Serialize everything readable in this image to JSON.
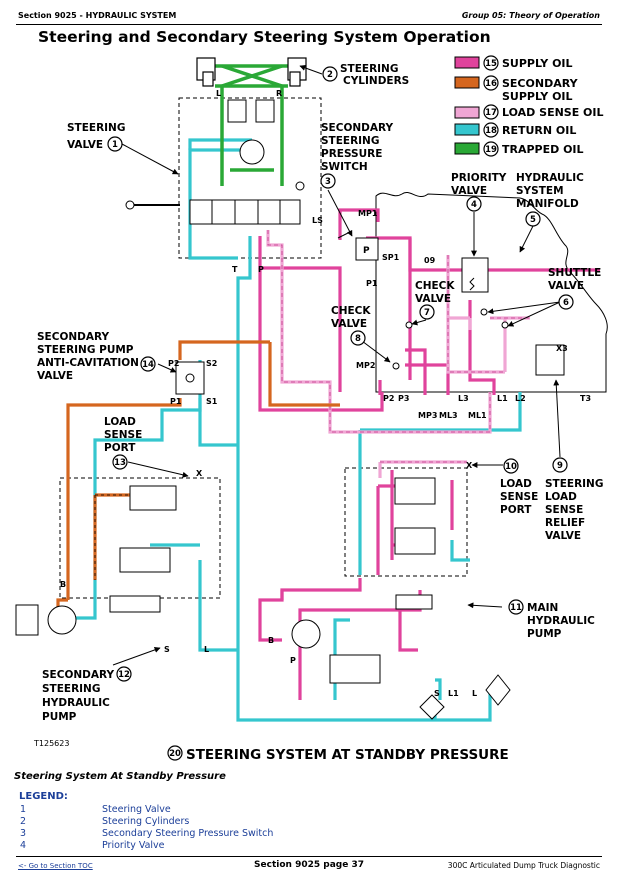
{
  "header": {
    "section": "Section 9025 - HYDRAULIC SYSTEM",
    "group": "Group 05: Theory of Operation"
  },
  "diagram": {
    "title": "Steering and Secondary Steering System Operation",
    "figure_id": "T125623",
    "bottom_callout": {
      "num": "20",
      "text": "STEERING SYSTEM AT STANDBY PRESSURE"
    },
    "key": [
      {
        "num": "15",
        "label": "SUPPLY OIL",
        "color": "#e0439c"
      },
      {
        "num": "16",
        "label": "SECONDARY",
        "label2": "SUPPLY OIL",
        "color": "#d5661f"
      },
      {
        "num": "17",
        "label": "LOAD SENSE OIL",
        "color": "#f0a6d4"
      },
      {
        "num": "18",
        "label": "RETURN OIL",
        "color": "#35c6ce"
      },
      {
        "num": "19",
        "label": "TRAPPED OIL",
        "color": "#2aa836"
      }
    ],
    "callouts": [
      {
        "num": "1",
        "lines": [
          "STEERING",
          "VALVE"
        ]
      },
      {
        "num": "2",
        "lines": [
          "STEERING",
          "CYLINDERS"
        ]
      },
      {
        "num": "3",
        "lines": [
          "SECONDARY",
          "STEERING",
          "PRESSURE",
          "SWITCH"
        ]
      },
      {
        "num": "4",
        "lines": [
          "PRIORITY",
          "VALVE"
        ]
      },
      {
        "num": "5",
        "lines": [
          "HYDRAULIC",
          "SYSTEM",
          "MANIFOLD"
        ]
      },
      {
        "num": "6",
        "lines": [
          "SHUTTLE",
          "VALVE"
        ]
      },
      {
        "num": "7",
        "lines": [
          "CHECK",
          "VALVE"
        ]
      },
      {
        "num": "8",
        "lines": [
          "CHECK",
          "VALVE"
        ]
      },
      {
        "num": "9",
        "lines": [
          "STEERING",
          "LOAD",
          "SENSE",
          "RELIEF",
          "VALVE"
        ]
      },
      {
        "num": "10",
        "lines": [
          "LOAD",
          "SENSE",
          "PORT"
        ]
      },
      {
        "num": "11",
        "lines": [
          "MAIN",
          "HYDRAULIC",
          "PUMP"
        ]
      },
      {
        "num": "12",
        "lines": [
          "SECONDARY",
          "STEERING",
          "HYDRAULIC",
          "PUMP"
        ]
      },
      {
        "num": "13",
        "lines": [
          "LOAD",
          "SENSE",
          "PORT"
        ]
      },
      {
        "num": "14",
        "lines": [
          "SECONDARY",
          "STEERING PUMP",
          "ANTI-CAVITATION",
          "VALVE"
        ]
      }
    ],
    "ports": {
      "L": "L",
      "R": "R",
      "LS": "LS",
      "T": "T",
      "P": "P",
      "MP1": "MP1",
      "SP1": "SP1",
      "P1": "P1",
      "MP2": "MP2",
      "P2": "P2",
      "P3": "P3",
      "MP3": "MP3",
      "ML3": "ML3",
      "ML1": "ML1",
      "L3": "L3",
      "L1": "L1",
      "L2": "L2",
      "T3": "T3",
      "X3": "X3",
      "O9": "09",
      "AS2": "S2",
      "AS1": "S1",
      "AP2": "P2",
      "AP1": "P1",
      "X": "X",
      "B": "B",
      "S": "S",
      "MB": "B",
      "MS": "S",
      "ML1b": "L1",
      "ML": "L",
      "PB": "P"
    }
  },
  "caption": "Steering System At Standby Pressure",
  "legend": {
    "title": "LEGEND:",
    "items": [
      {
        "num": "1",
        "text": "Steering Valve"
      },
      {
        "num": "2",
        "text": "Steering Cylinders"
      },
      {
        "num": "3",
        "text": "Secondary Steering Pressure Switch"
      },
      {
        "num": "4",
        "text": "Priority Valve"
      }
    ]
  },
  "footer": {
    "link": "<- Go to Section TOC",
    "page": "Section 9025 page 37",
    "doc": "300C Articulated Dump Truck Diagnostic"
  }
}
